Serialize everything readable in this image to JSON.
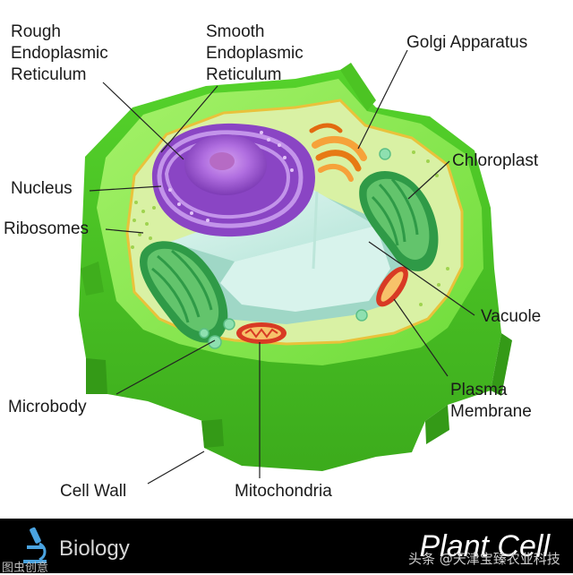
{
  "diagram": {
    "labels": {
      "rough_er": [
        "Rough",
        "Endoplasmic",
        "Reticulum"
      ],
      "smooth_er": [
        "Smooth",
        "Endoplasmic",
        "Reticulum"
      ],
      "golgi": "Golgi Apparatus",
      "chloroplast": "Chloroplast",
      "nucleus": "Nucleus",
      "ribosomes": "Ribosomes",
      "vacuole": "Vacuole",
      "plasma_membrane": [
        "Plasma",
        "Membrane"
      ],
      "microbody": "Microbody",
      "cell_wall": "Cell Wall",
      "mitochondria": "Mitochondria"
    }
  },
  "footer": {
    "brand": "Biology",
    "title": "Plant Cell",
    "watermark_right": "头条 @天津宝臻农业科技",
    "watermark_left": "图虫创意"
  },
  "colors": {
    "cell_wall": "#57d12c",
    "cell_wall_dark": "#3fae1d",
    "cytoplasm": "#d7f0a8",
    "nucleus": "#a45ad6",
    "golgi": "#f08a1c",
    "chloroplast": "#3fae55",
    "vacuole": "#c8ede4",
    "mitochondria": "#e0402a"
  },
  "icons": [
    "microscope-icon"
  ]
}
